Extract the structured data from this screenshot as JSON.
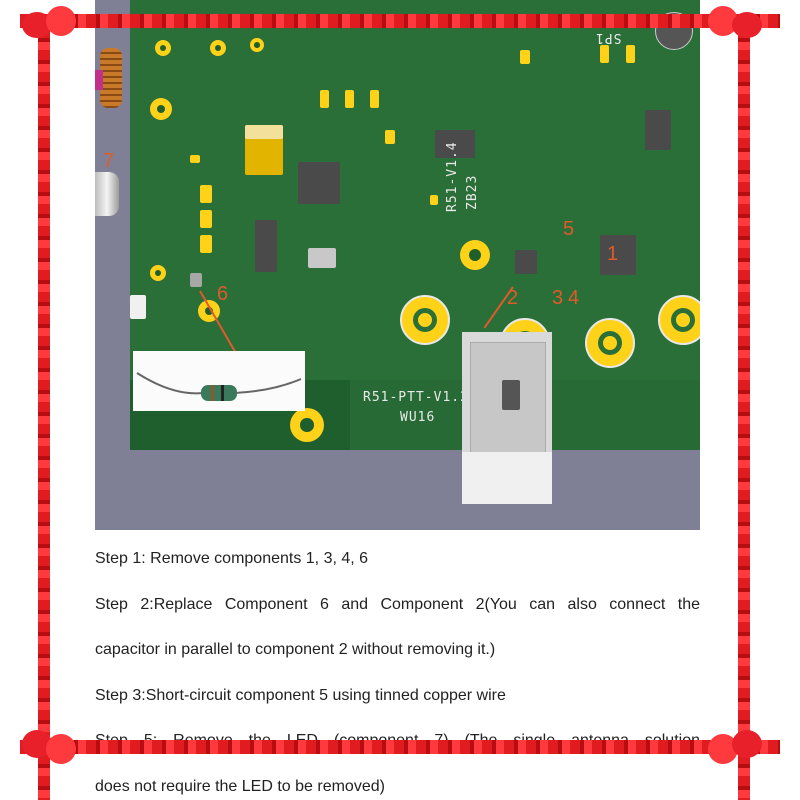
{
  "pcb": {
    "silk_top_right": "SP1",
    "silk_vertical_1": "R51-V1.4",
    "silk_vertical_2": "ZB23",
    "silk_ptt": "R51-PTT-V1.2",
    "silk_wu": "WU16",
    "labels": {
      "c1": "1",
      "c2": "2",
      "c3": "3",
      "c4": "4",
      "c5": "5",
      "c6": "6",
      "c7": "7"
    }
  },
  "steps": {
    "step1": "Step 1: Remove components 1, 3, 4, 6",
    "step2_line1": "Step 2:Replace Component 6 and Component 2(You can also connect the",
    "step2_line2": "capacitor in parallel to component 2 without removing it.)",
    "step3": "Step 3:Short-circuit component 5 using tinned copper wire",
    "step5_line1": "Step 5: Remove the LED (component 7) (The single antenna solution",
    "step5_line2": "does not require the LED to be removed)"
  },
  "colors": {
    "frame": "#d8181c",
    "board": "#1f5f2e",
    "pad": "#ffd21a",
    "label": "#e05b2a"
  }
}
